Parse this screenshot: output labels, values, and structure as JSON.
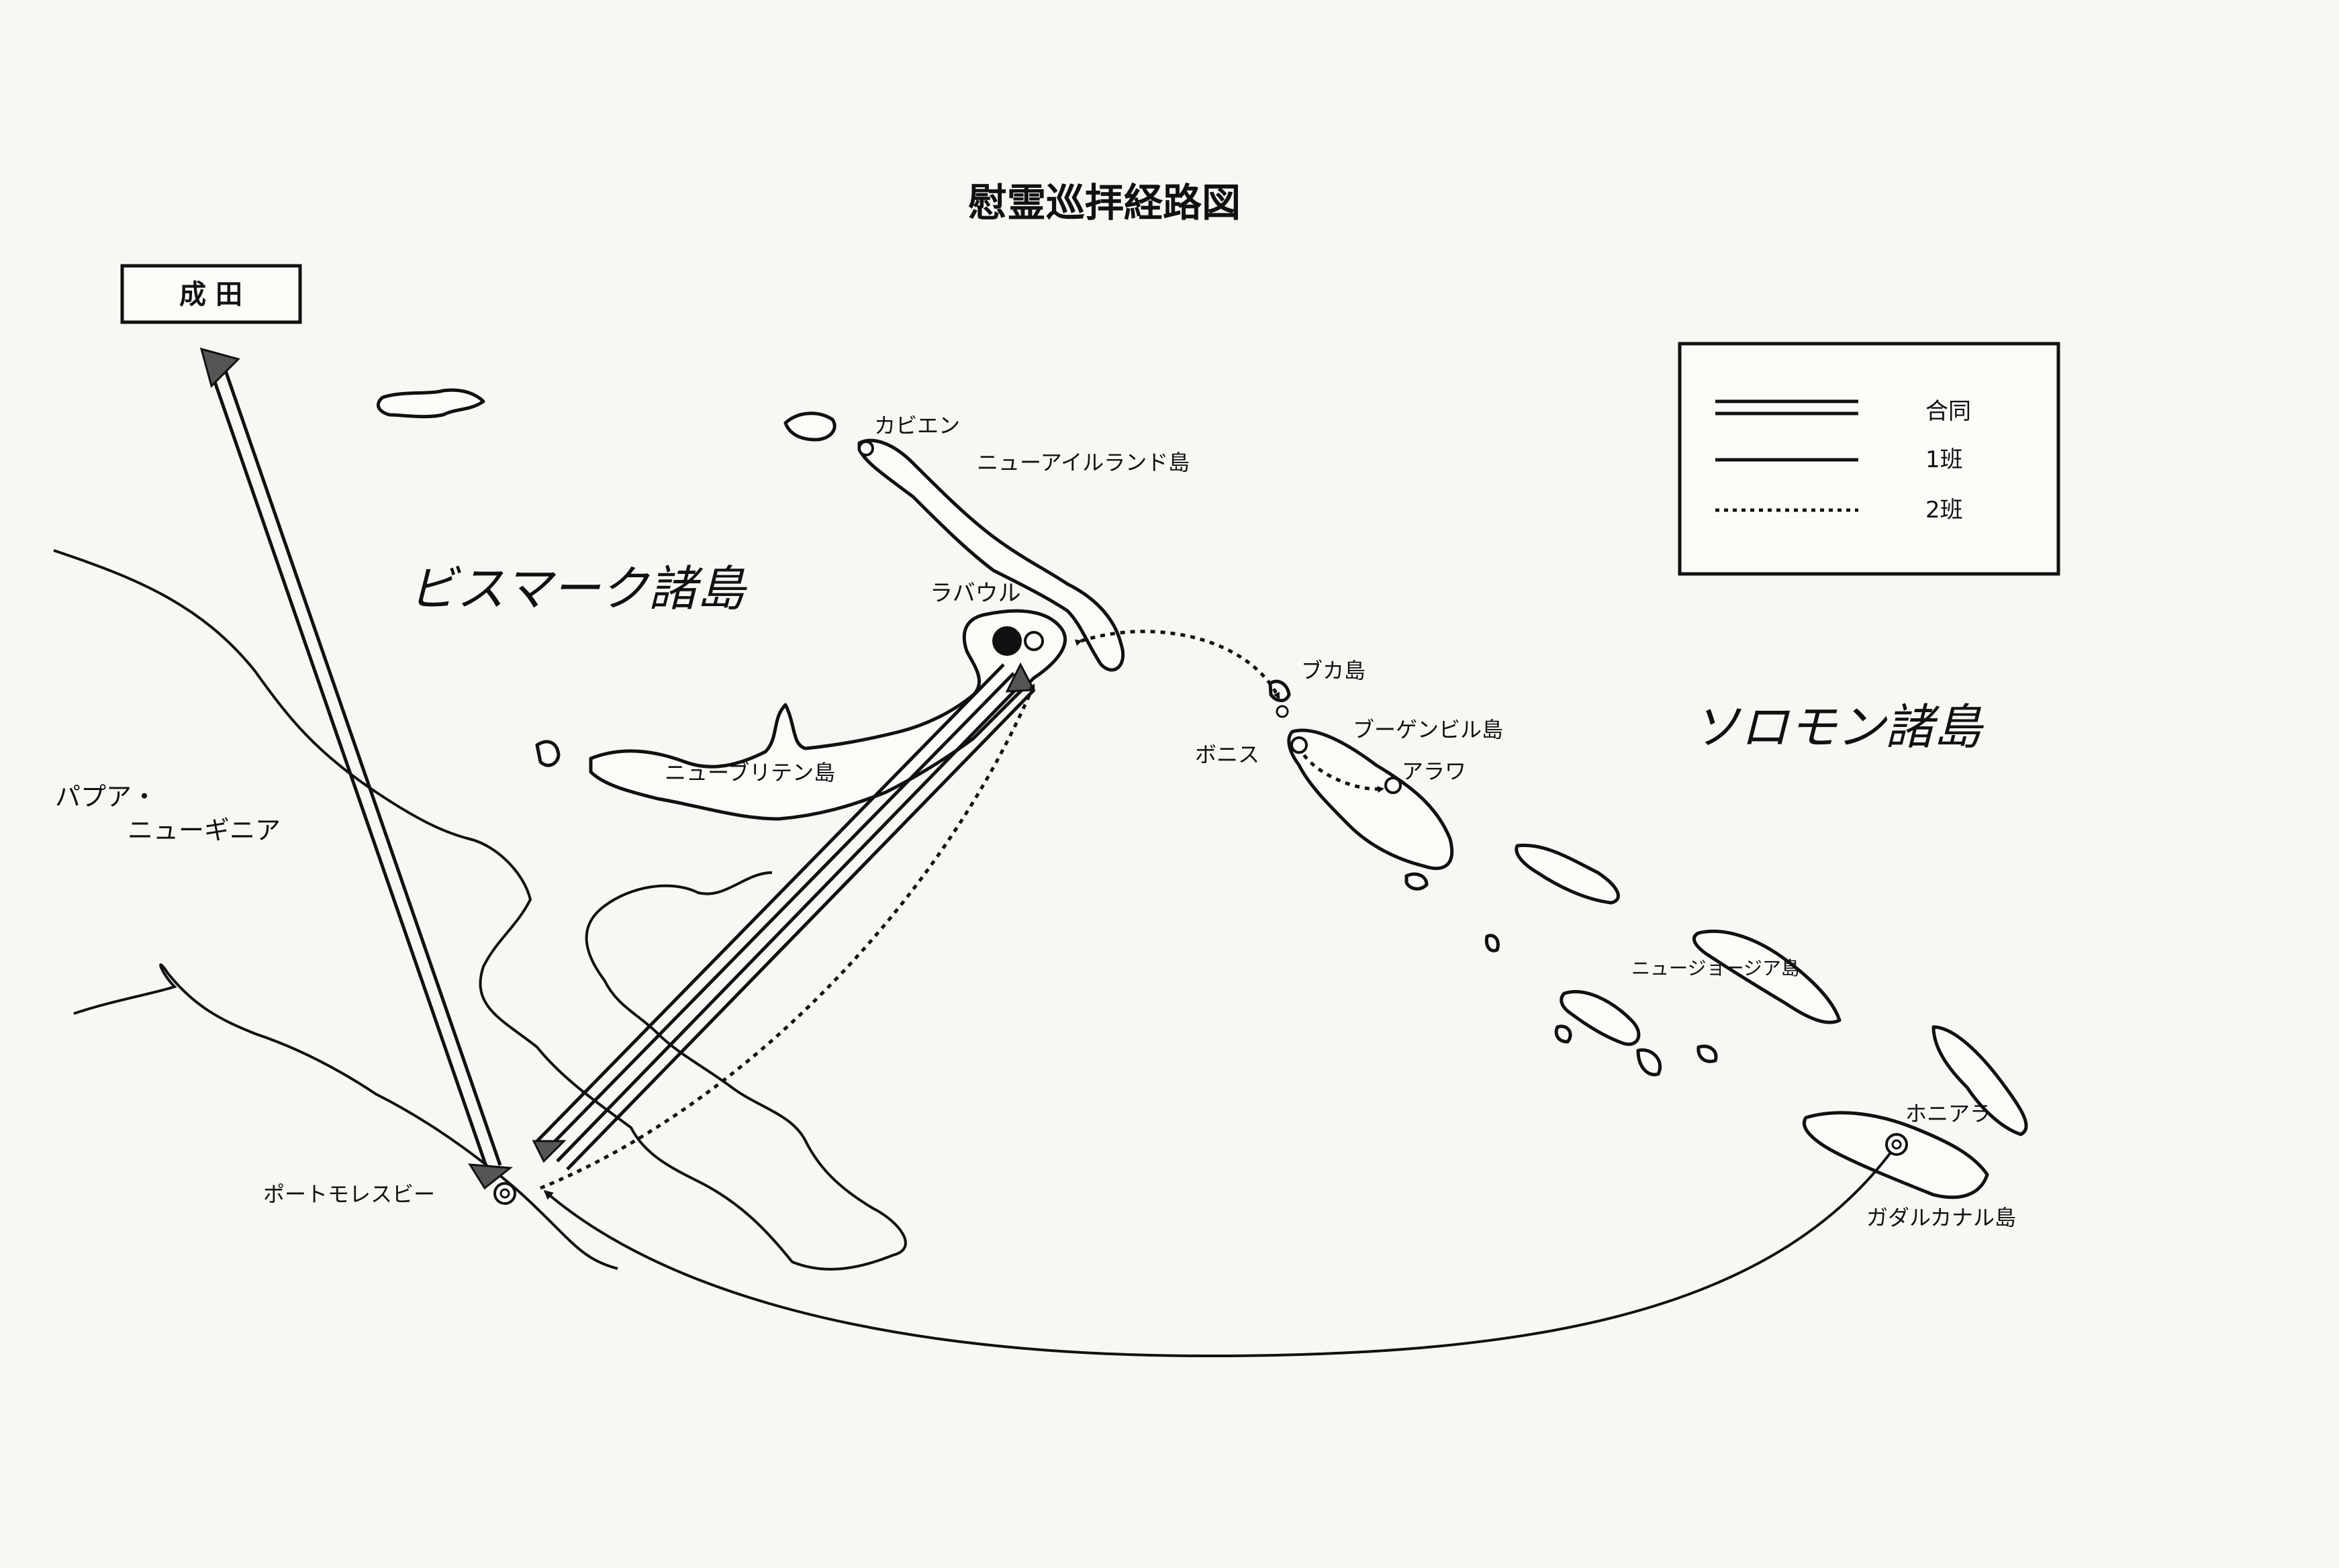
{
  "map": {
    "title": "慰霊巡拝経路図",
    "origin_box": "成 田",
    "regions": {
      "bismarck": "ビスマーク諸島",
      "solomon": "ソロモン諸島",
      "papua_line1": "パプア・",
      "papua_line2": "ニューギニア"
    },
    "places": {
      "kavieng": "カビエン",
      "new_ireland": "ニューアイルランド島",
      "rabaul": "ラバウル",
      "new_britain": "ニューブリテン島",
      "buka": "ブカ島",
      "bougainville": "ブーゲンビル島",
      "bonis": "ボニス",
      "arawa": "アラワ",
      "new_georgia": "ニュージョージア島",
      "honiara": "ホニアラ",
      "guadalcanal": "ガダルカナル島",
      "port_moresby": "ポートモレスビー"
    },
    "legend": {
      "joint": "合同",
      "team1": "1班",
      "team2": "2班"
    }
  },
  "routes": [
    {
      "from": "成田",
      "to": "ポートモレスビー",
      "style": "合同"
    },
    {
      "from": "ポートモレスビー",
      "to": "ラバウル",
      "style": "合同"
    },
    {
      "from": "ラバウル",
      "to": "ポートモレスビー",
      "style": "合同"
    },
    {
      "from": "ポートモレスビー",
      "to": "ラバウル",
      "style": "2班"
    },
    {
      "from": "ラバウル",
      "to": "ブカ島",
      "style": "2班"
    },
    {
      "from": "ボニス",
      "to": "アラワ",
      "style": "2班"
    },
    {
      "from": "ホニアラ",
      "to": "ポートモレスビー",
      "style": "1班"
    }
  ],
  "colors": {
    "ink": "#111111",
    "paper": "#f7f8f3",
    "arrowhead": "#555555"
  }
}
